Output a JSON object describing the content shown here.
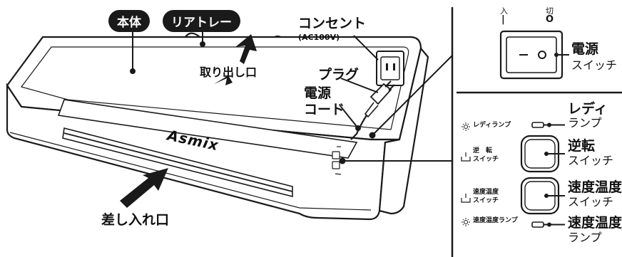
{
  "callouts": {
    "body": "本体",
    "rear_tray": "リアトレー",
    "outlet": "コンセント",
    "outlet_voltage": "(AC100V)",
    "plug": "プラグ",
    "power_cord_line1": "電源",
    "power_cord_line2": "コード",
    "exit": "取り出し口",
    "entry": "差し入れ口"
  },
  "device": {
    "brand": "Asmix"
  },
  "power_switch": {
    "on_mark": "入",
    "on_symbol": "|",
    "off_mark": "切",
    "off_symbol": "O",
    "label_line1": "電源",
    "label_line2": "スイッチ"
  },
  "panel": {
    "ready_small": "レディランプ",
    "ready_line1": "レディ",
    "ready_line2": "ランプ",
    "reverse_small_line1": "逆　転",
    "reverse_small_line2": "スイッチ",
    "reverse_line1": "逆転",
    "reverse_line2": "スイッチ",
    "speed_small_line1": "速度温度",
    "speed_small_line2": "スイッチ",
    "speed_line1": "速度温度",
    "speed_line2": "スイッチ",
    "speed_lamp_small": "速度温度ランプ",
    "speed_lamp_line1": "速度温度",
    "speed_lamp_line2": "ランプ"
  }
}
